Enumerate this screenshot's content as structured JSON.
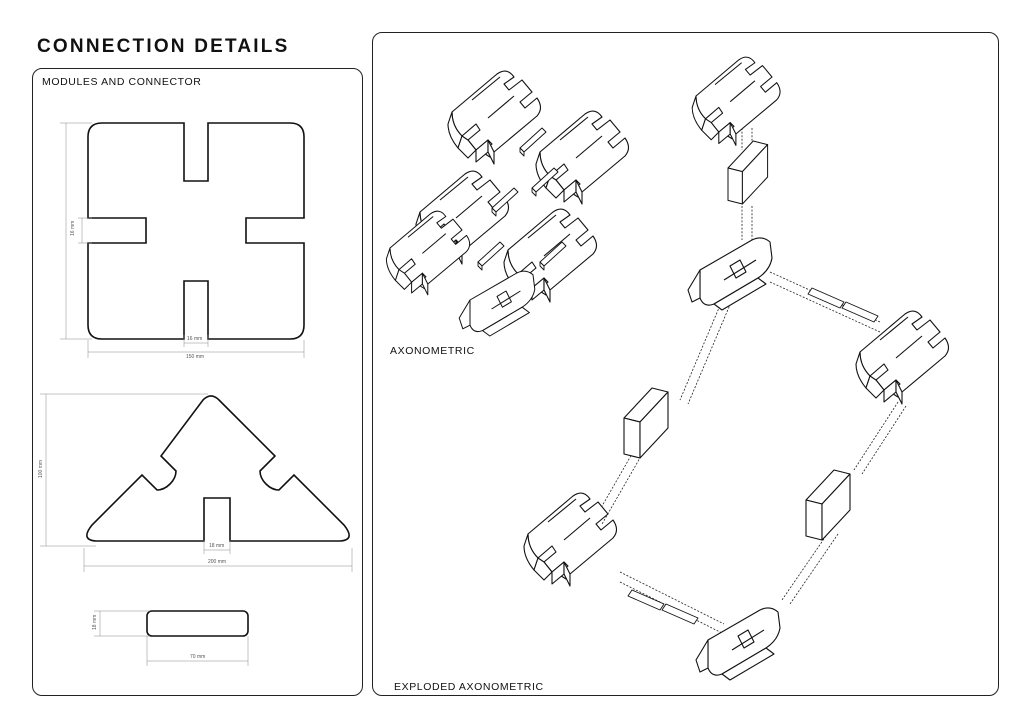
{
  "page": {
    "title": "CONNECTION DETAILS"
  },
  "left_panel": {
    "label": "MODULES AND CONNECTOR",
    "square_module": {
      "height_label": "16 mm",
      "slot_label": "16 mm",
      "width_label": "150 mm"
    },
    "triangle_module": {
      "height_label": "100 mm",
      "slot_label": "18 mm",
      "width_label": "200 mm"
    },
    "connector": {
      "height_label": "18 mm",
      "width_label": "70 mm"
    }
  },
  "right_panel": {
    "axonometric_label": "AXONOMETRIC",
    "exploded_label": "EXPLODED AXONOMETRIC"
  }
}
